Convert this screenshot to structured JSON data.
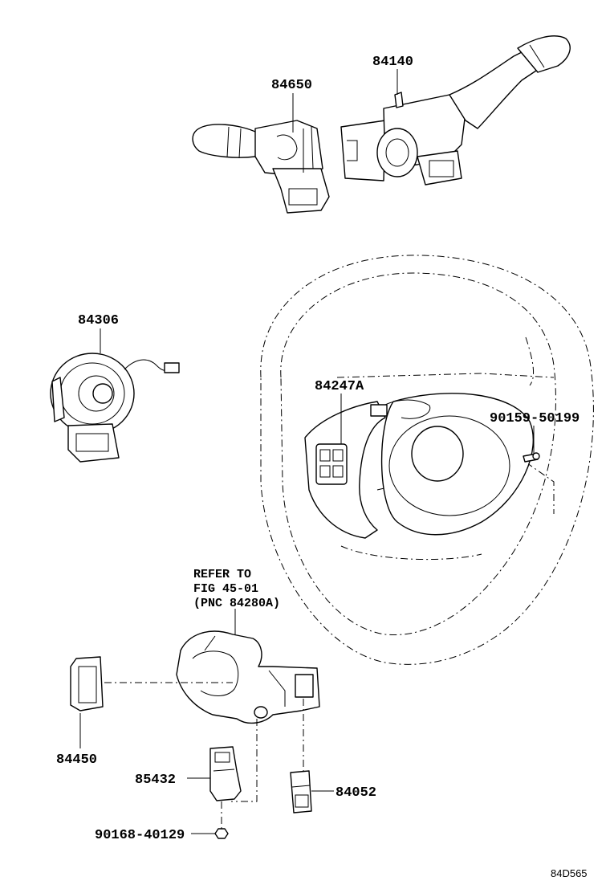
{
  "parts": {
    "p84650": "84650",
    "p84140": "84140",
    "p84306": "84306",
    "p84247A": "84247A",
    "p90159": "90159-50199",
    "p84450": "84450",
    "p85432": "85432",
    "p84052": "84052",
    "p90168": "90168-40129"
  },
  "refer_note": {
    "line1": "REFER TO",
    "line2": "FIG 45-01",
    "line3": "(PNC 84280A)"
  },
  "figure_code": "84D565"
}
